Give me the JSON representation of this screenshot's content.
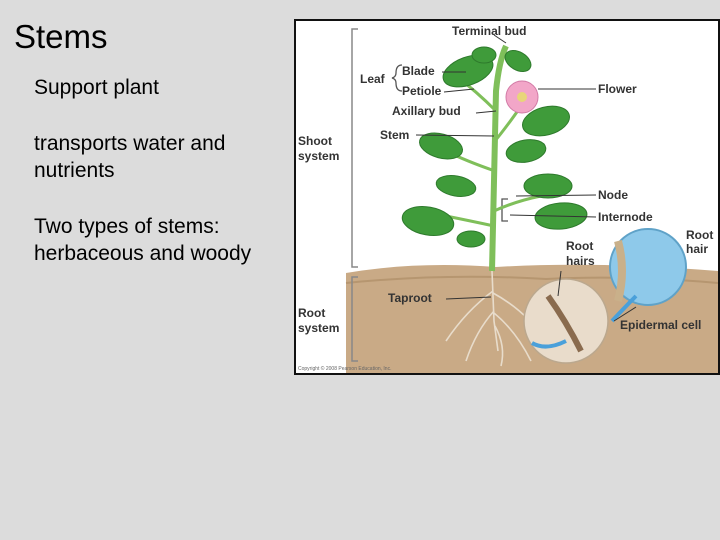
{
  "slide": {
    "title": "Stems",
    "bullets": [
      "Support plant",
      "transports water and nutrients",
      "Two types of stems: herbaceous and woody"
    ]
  },
  "figure": {
    "labels": {
      "terminal_bud": "Terminal bud",
      "leaf": "Leaf",
      "blade": "Blade",
      "petiole": "Petiole",
      "flower": "Flower",
      "axillary_bud": "Axillary bud",
      "stem": "Stem",
      "shoot_system_1": "Shoot",
      "shoot_system_2": "system",
      "node": "Node",
      "internode": "Internode",
      "root_hairs_1": "Root",
      "root_hairs_2": "hairs",
      "root_hair_1": "Root",
      "root_hair_2": "hair",
      "taproot": "Taproot",
      "root_system_1": "Root",
      "root_system_2": "system",
      "epidermal_cell": "Epidermal cell",
      "copyright": "Copyright © 2008 Pearson Education, Inc."
    },
    "colors": {
      "leaf": "#3f9b3a",
      "leaf_dark": "#2e7a2c",
      "stem": "#7fbf5a",
      "flower": "#f2a6c8",
      "soil": "#c9aa86",
      "root_cell": "#8ec9ea"
    }
  }
}
